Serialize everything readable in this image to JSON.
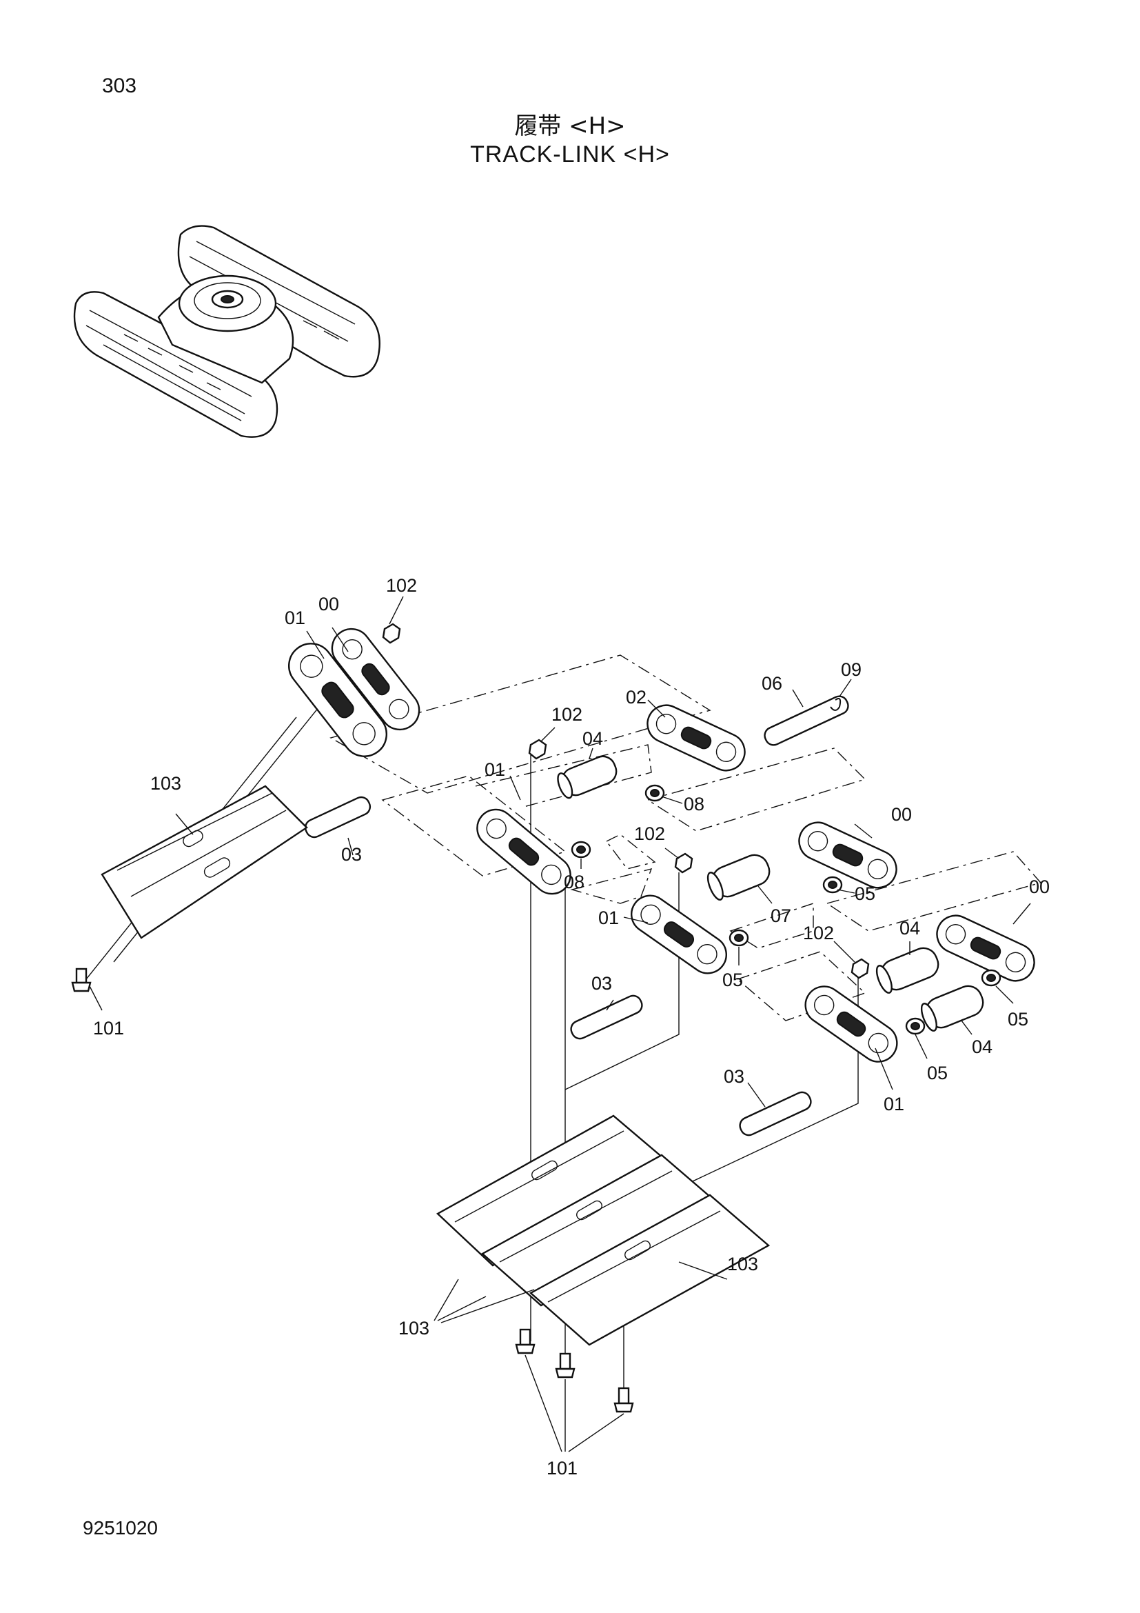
{
  "page": {
    "number": "303",
    "title_jp": "履帯 <H>",
    "title_en": "TRACK-LINK <H>",
    "drawing_number": "9251020"
  },
  "callouts": {
    "c00a": "00",
    "c01a": "01",
    "c102a": "102",
    "c103a": "103",
    "c03a": "03",
    "c101a": "101",
    "c102b": "102",
    "c04a": "04",
    "c02": "02",
    "c06": "06",
    "c09": "09",
    "c08a": "08",
    "c01b": "01",
    "c08b": "08",
    "c102c": "102",
    "c00b": "00",
    "c05a": "05",
    "c07": "07",
    "c01c": "01",
    "c05b": "05",
    "c03b": "03",
    "c00c": "00",
    "c04b": "04",
    "c102d": "102",
    "c05c": "05",
    "c04c": "04",
    "c05d": "05",
    "c03c": "03",
    "c01d": "01",
    "c103b": "103",
    "c103c": "103",
    "c101b": "101"
  },
  "icons": {
    "overview": "undercarriage-overview-icon",
    "link": "track-link-icon",
    "pin": "track-pin-icon",
    "bushing": "bushing-icon",
    "seal": "seal-ring-icon",
    "nut": "shoe-nut-icon",
    "bolt": "shoe-bolt-icon",
    "shoe": "track-shoe-icon"
  }
}
